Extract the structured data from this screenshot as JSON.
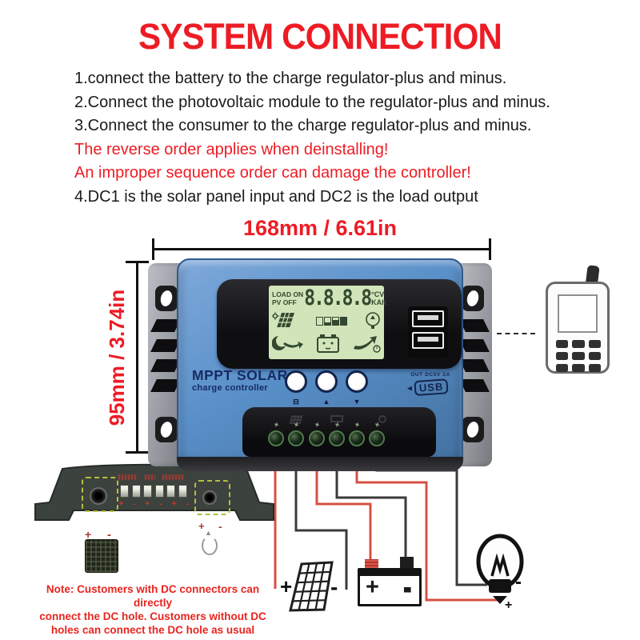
{
  "title": "SYSTEM CONNECTION",
  "instructions": [
    {
      "text": "1.connect the battery to the charge regulator-plus and minus.",
      "color": "dark"
    },
    {
      "text": "2.Connect the photovoltaic module to the regulator-plus and minus.",
      "color": "dark"
    },
    {
      "text": "3.Connect the consumer to the charge regulator-plus and minus.",
      "color": "dark"
    },
    {
      "text": "The reverse order applies when deinstalling!",
      "color": "red"
    },
    {
      "text": "An improper sequence order can damage the controller!",
      "color": "red"
    },
    {
      "text": "4.DC1 is the solar panel input and DC2 is the load output",
      "color": "dark"
    }
  ],
  "dimensions": {
    "width_label": "168mm / 6.61in",
    "height_label": "95mm / 3.74in"
  },
  "controller": {
    "lcd": {
      "load_on": "LOAD ON",
      "pv_off": "PV OFF",
      "digits": "8.8.8.8",
      "unit_top": "°CV",
      "unit_bottom": "KAh",
      "icons": [
        "sun-solar-panel",
        "battery-gauge",
        "bulb",
        "moon-arrow",
        "battery-face",
        "charge-arrow-clock"
      ]
    },
    "brand_line1": "MPPT SOLAR",
    "brand_line2": "charge controller",
    "buttons": {
      "icon1": "⊟",
      "icon2": "▲",
      "icon3": "▼"
    },
    "usb_caption": "OUT DC5V 2A",
    "usb_logo": "USB"
  },
  "bottom_device": {
    "polarity_row": [
      "+",
      "-",
      "+",
      "-",
      "+",
      "-"
    ],
    "dc_plug_plus": "+",
    "dc_plug_minus": "-",
    "jack_plus": "+",
    "jack_minus": "-"
  },
  "components": {
    "solar_plus": "+",
    "solar_minus": "-",
    "battery_plus": "+",
    "battery_minus": "-",
    "bulb_minus": "-",
    "bulb_plus": "+"
  },
  "note": {
    "lines": [
      "Note: Customers with DC connectors can directly",
      "connect the DC hole. Customers without DC",
      "holes can connect the DC hole as usual"
    ]
  },
  "colors": {
    "accent_red": "#ed1c24",
    "wire_red": "#d85044",
    "wire_black": "#3b3b3b",
    "body_blue": "#5089c6",
    "lcd_green": "#d2e4ba"
  }
}
